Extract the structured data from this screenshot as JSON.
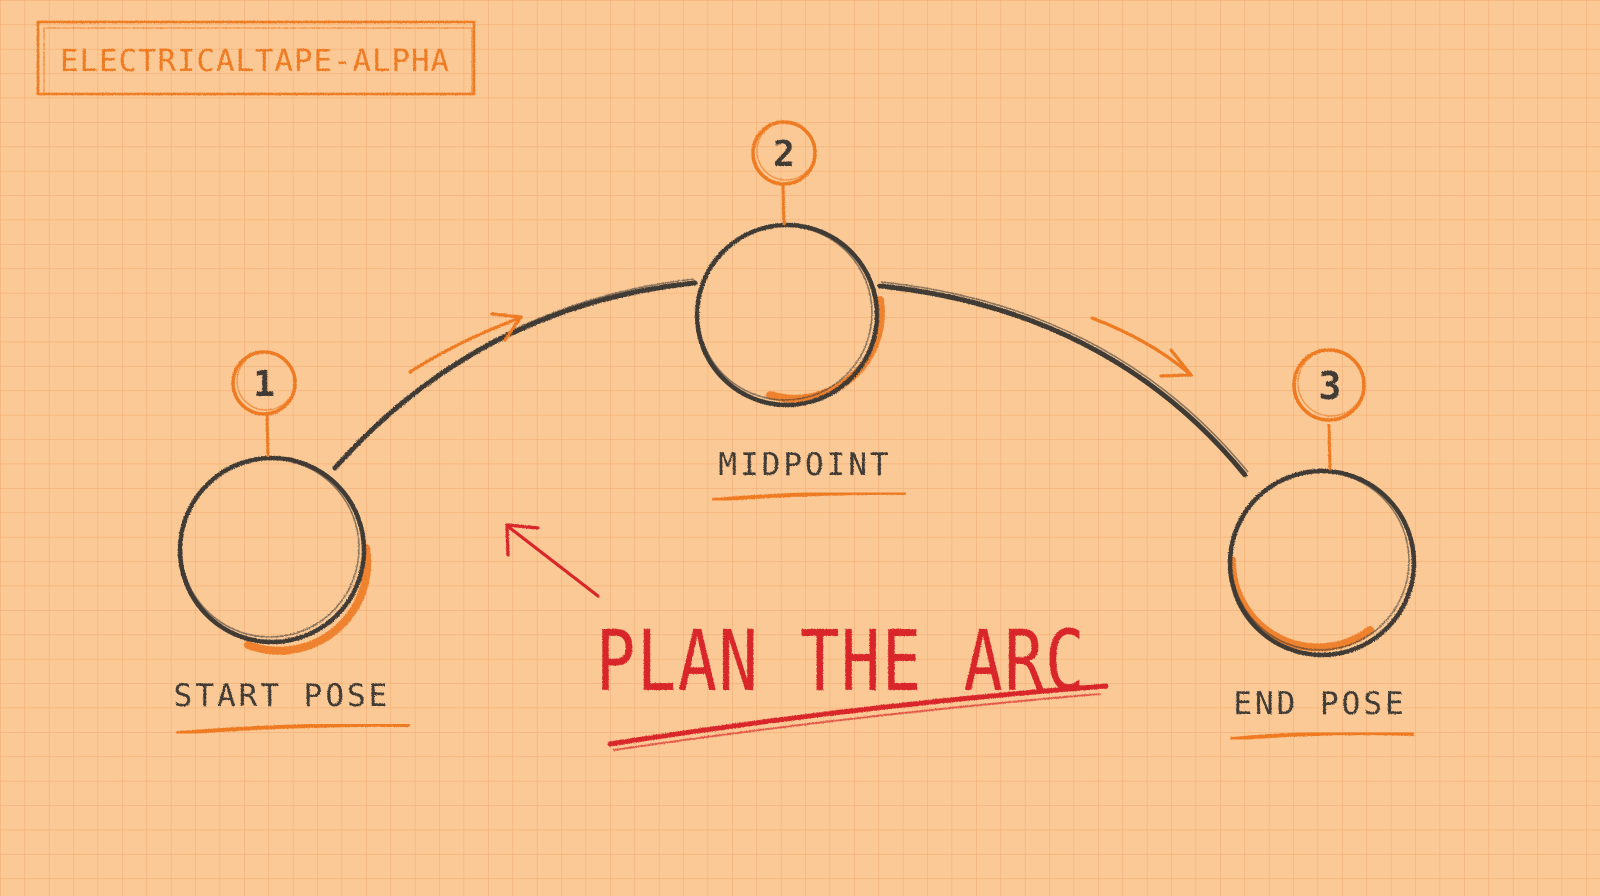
{
  "title_box": {
    "label": "ElectricalTape-Alpha"
  },
  "nodes": [
    {
      "number": "1",
      "label": "Start Pose"
    },
    {
      "number": "2",
      "label": "Midpoint"
    },
    {
      "number": "3",
      "label": "End Pose"
    }
  ],
  "callout": {
    "label": "Plan the Arc"
  },
  "colors": {
    "paper": "#fbc995",
    "grid": "#f0a266",
    "graphite": "#3f3a35",
    "orange": "#ee7a22",
    "red": "#d8262a"
  }
}
